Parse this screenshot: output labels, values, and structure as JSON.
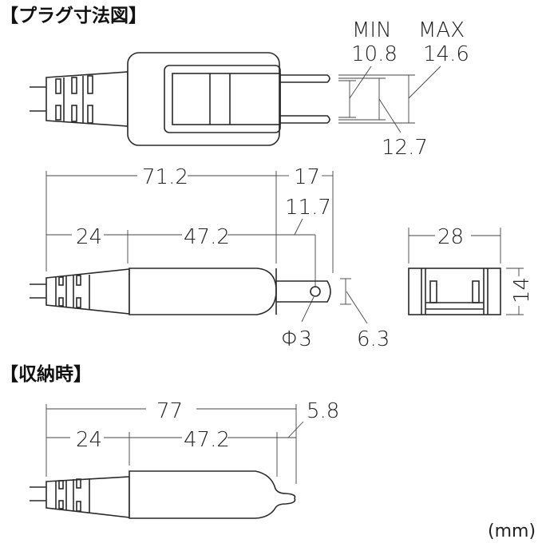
{
  "headings": {
    "plug_dimensions": "【プラグ寸法図】",
    "stored": "【収納時】"
  },
  "top_view": {
    "min_label": "MIN",
    "min_value": "10.8",
    "max_label": "MAX",
    "max_value": "14.6",
    "pin_spacing": "12.7"
  },
  "side_view": {
    "total_length": "71.2",
    "pin_length": "17",
    "pin_hole_offset": "11.7",
    "strain_relief_length": "24",
    "body_length": "47.2",
    "hole_diameter": "Φ3",
    "pin_width": "6.3"
  },
  "end_view": {
    "width": "28",
    "height": "14"
  },
  "stored_view": {
    "total_length": "77",
    "tip_length": "5.8",
    "strain_relief_length": "24",
    "body_length": "47.2"
  },
  "unit": "(mm)"
}
